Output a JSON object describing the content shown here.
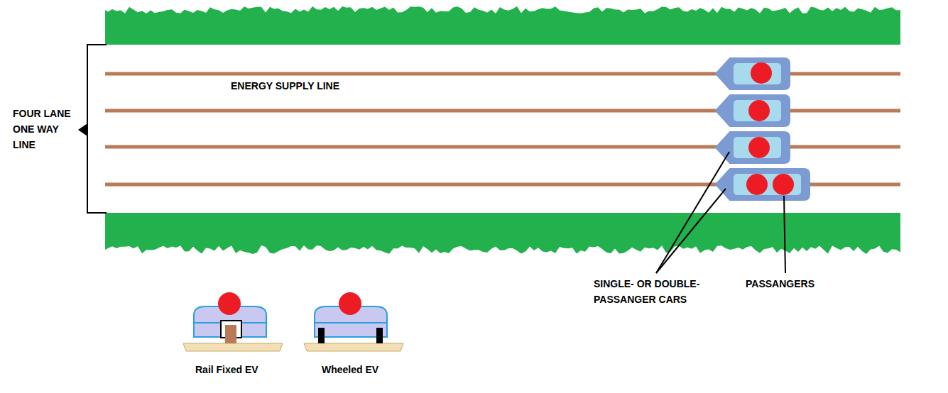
{
  "diagram": {
    "labels": [
      "ENERGY SUPPLY LINE",
      "FOUR LANE ONE WAY LINE",
      "SINGLE- OR DOUBLE- PASSANGER CARS",
      "PASSANGERS",
      "Rail Fixed EV",
      "Wheeled EV"
    ]
  }
}
